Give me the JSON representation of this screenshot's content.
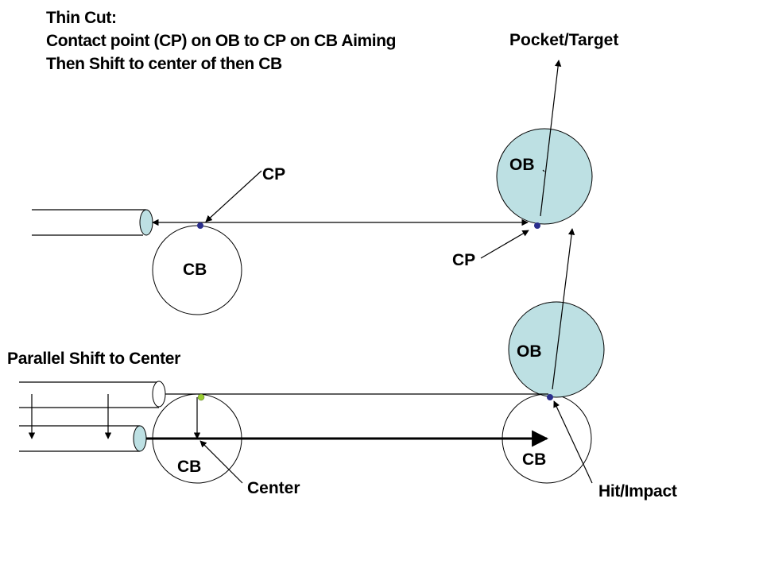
{
  "title": {
    "lines": [
      "Thin Cut:",
      "Contact point (CP) on OB to CP on CB Aiming",
      "Then Shift to center of then CB"
    ]
  },
  "labels": {
    "pocket_target": "Pocket/Target",
    "cp_top_left": "CP",
    "cp_top_right": "CP",
    "ob_top": "OB",
    "cb_top": "CB",
    "parallel_shift": "Parallel Shift to Center",
    "cb_bottom_left": "CB",
    "center": "Center",
    "ob_bottom": "OB",
    "cb_bottom_right": "CB",
    "hit_impact": "Hit/Impact"
  },
  "colors": {
    "object_ball_fill": "#bde0e3",
    "cue_tip_fill": "#bde0e3",
    "contact_point": "#2a2e8c",
    "shift_point": "#9acd32",
    "stroke": "#000000",
    "background": "#ffffff"
  }
}
